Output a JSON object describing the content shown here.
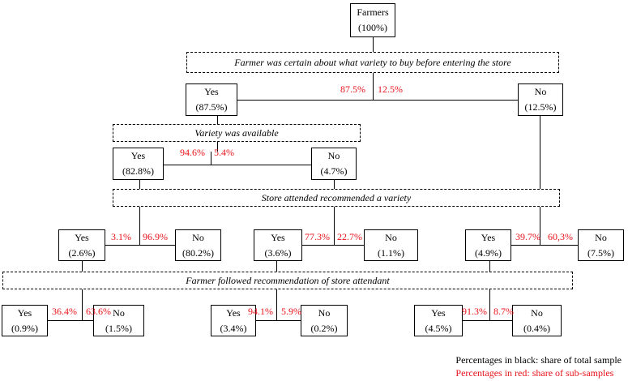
{
  "root": {
    "label": "Farmers",
    "pct": "(100%)"
  },
  "q1": {
    "question": "Farmer was certain about what variety to buy before entering the store",
    "yes": {
      "label": "Yes",
      "pct": "(87.5%)"
    },
    "no": {
      "label": "No",
      "pct": "(12.5%)"
    },
    "red_yes": "87.5%",
    "red_no": "12.5%"
  },
  "q2": {
    "question": "Variety was available",
    "yes": {
      "label": "Yes",
      "pct": "(82.8%)"
    },
    "no": {
      "label": "No",
      "pct": "(4.7%)"
    },
    "red_yes": "94.6%",
    "red_no": "5.4%"
  },
  "q3": {
    "question": "Store attended recommended a variety",
    "groups": [
      {
        "yes": {
          "label": "Yes",
          "pct": "(2.6%)"
        },
        "no": {
          "label": "No",
          "pct": "(80.2%)"
        },
        "red_yes": "3.1%",
        "red_no": "96.9%"
      },
      {
        "yes": {
          "label": "Yes",
          "pct": "(3.6%)"
        },
        "no": {
          "label": "No",
          "pct": "(1.1%)"
        },
        "red_yes": "77.3%",
        "red_no": "22.7%"
      },
      {
        "yes": {
          "label": "Yes",
          "pct": "(4.9%)"
        },
        "no": {
          "label": "No",
          "pct": "(7.5%)"
        },
        "red_yes": "39.7%",
        "red_no": "60,3%"
      }
    ]
  },
  "q4": {
    "question": "Farmer followed recommendation of store attendant",
    "groups": [
      {
        "yes": {
          "label": "Yes",
          "pct": "(0.9%)"
        },
        "no": {
          "label": "No",
          "pct": "(1.5%)"
        },
        "red_yes": "36.4%",
        "red_no": "63.6%"
      },
      {
        "yes": {
          "label": "Yes",
          "pct": "(3.4%)"
        },
        "no": {
          "label": "No",
          "pct": "(0.2%)"
        },
        "red_yes": "94.1%",
        "red_no": "5.9%"
      },
      {
        "yes": {
          "label": "Yes",
          "pct": "(4.5%)"
        },
        "no": {
          "label": "No",
          "pct": "(0.4%)"
        },
        "red_yes": "91.3%",
        "red_no": "8.7%"
      }
    ]
  },
  "legend": {
    "black": "Percentages in black: share of total sample",
    "red": "Percentages in red: share of sub-samples",
    "black_color": "#000000",
    "red_color": "#e8141b"
  }
}
